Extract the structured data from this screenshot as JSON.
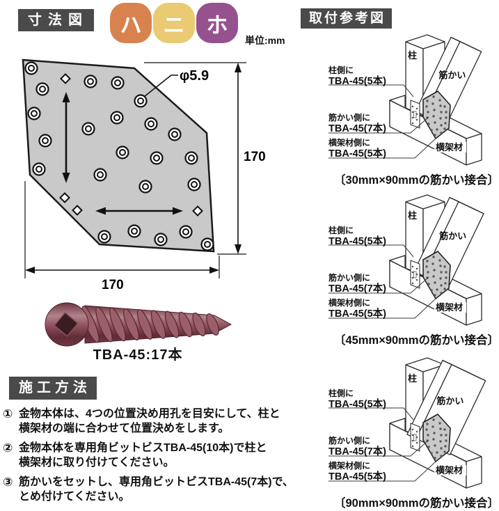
{
  "colors": {
    "header_bg": "#4a4a4a",
    "plate_gray": "#c9c9c9",
    "line": "#2e2e2e",
    "screw_dark": "#6e3640",
    "screw_light": "#b2838c"
  },
  "left": {
    "dim_header": "寸法図",
    "badges": [
      {
        "label": "ハ",
        "color": "#d8834f"
      },
      {
        "label": "ニ",
        "color": "#eaca72"
      },
      {
        "label": "ホ",
        "color": "#96518f"
      }
    ],
    "unit_label": "単位:mm",
    "plate": {
      "hole_dia_label": "φ5.9",
      "height_dim": "170",
      "width_dim": "170"
    },
    "screw_label": "TBA-45:17本",
    "method_header": "施工方法",
    "steps": [
      {
        "num": "①",
        "text": "金物本体は、4つの位置決め用孔を目安にして、柱と\n横架材の端に合わせて位置決めをします。"
      },
      {
        "num": "②",
        "text": "金物本体を専用角ビットビスTBA-45(10本)で柱と\n横架材に取り付けてください。"
      },
      {
        "num": "③",
        "text": "筋かいをセットし、専用角ビットビスTBA-45(7本)で、\nとめ付けてください。"
      }
    ]
  },
  "right": {
    "header": "取付参考図",
    "diagrams": [
      {
        "labels": {
          "pillar_side": "柱側に",
          "pillar_qty": "TBA-45(5本)",
          "brace_side": "筋かい側に",
          "brace_qty": "TBA-45(7本)",
          "beam_side": "横架材側に",
          "beam_qty": "TBA-45(5本)"
        },
        "parts": {
          "pillar": "柱",
          "brace": "筋かい",
          "beam": "横架材"
        },
        "caption": "〔30mm×90mmの筋かい接合〕"
      },
      {
        "labels": {
          "pillar_side": "柱側に",
          "pillar_qty": "TBA-45(5本)",
          "brace_side": "筋かい側に",
          "brace_qty": "TBA-45(7本)",
          "beam_side": "横架材側に",
          "beam_qty": "TBA-45(5本)"
        },
        "parts": {
          "pillar": "柱",
          "brace": "筋かい",
          "beam": "横架材"
        },
        "caption": "〔45mm×90mmの筋かい接合〕"
      },
      {
        "labels": {
          "pillar_side": "柱側に",
          "pillar_qty": "TBA-45(5本)",
          "brace_side": "筋かい側に",
          "brace_qty": "TBA-45(7本)",
          "beam_side": "横架材側に",
          "beam_qty": "TBA-45(5本)"
        },
        "parts": {
          "pillar": "柱",
          "brace": "筋かい",
          "beam": "横架材"
        },
        "caption": "〔90mm×90mmの筋かい接合〕"
      }
    ]
  }
}
